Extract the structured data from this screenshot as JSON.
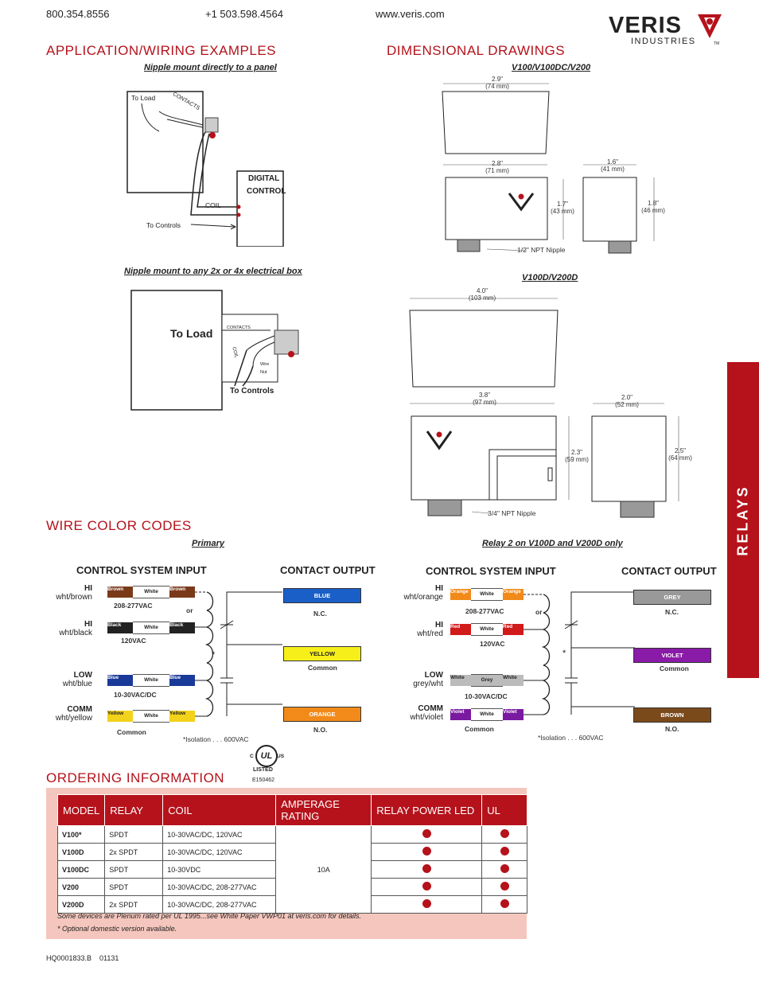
{
  "header": {
    "phone1": "800.354.8556",
    "phone2": "+1 503.598.4564",
    "web": "www.veris.com"
  },
  "logo": {
    "brand": "VERIS",
    "sub": "INDUSTRIES",
    "tm": "TM"
  },
  "sections": {
    "app": "APPLICATION/WIRING EXAMPLES",
    "dim": "DIMENSIONAL DRAWINGS",
    "wire": "WIRE COLOR CODES",
    "order": "ORDERING INFORMATION"
  },
  "app": {
    "sub1": "Nipple mount directly to a panel",
    "sub2": "Nipple mount to any 2x or 4x electrical box",
    "to_load": "To Load",
    "contacts": "CONTACTS",
    "digital": "DIGITAL",
    "control": "CONTROL",
    "coil": "COIL",
    "to_controls": "To Controls",
    "to_load2": "To Load",
    "contacts2": "CONTACTS",
    "coil2": "COIL",
    "wire": "Wire",
    "nut": "Nut",
    "to_controls2": "To Controls"
  },
  "dim": {
    "model1": "V100/V100DC/V200",
    "model2": "V100D/V200D",
    "d1a": "2.9\"",
    "d1b": "(74 mm)",
    "d2a": "2.8\"",
    "d2b": "(71 mm)",
    "d3a": "1.6\"",
    "d3b": "(41 mm)",
    "d4a": "1.7\"",
    "d4b": "(43 mm)",
    "d5a": "1.8\"",
    "d5b": "(46 mm)",
    "nipple1": "1/2\" NPT Nipple",
    "d6a": "4.0\"",
    "d6b": "(103 mm)",
    "d7a": "3.8\"",
    "d7b": "(97 mm)",
    "d8a": "2.0\"",
    "d8b": "(52 mm)",
    "d9a": "2.3\"",
    "d9b": "(59 mm)",
    "d10a": "2.5\"",
    "d10b": "(64 mm)",
    "nipple2": "3/4\" NPT Nipple"
  },
  "wire": {
    "primary": "Primary",
    "relay2": "Relay 2 on V100D and V200D only",
    "left": {
      "csi": "CONTROL SYSTEM INPUT",
      "co": "CONTACT OUTPUT",
      "hi1": "HI",
      "hi1b": "wht/brown",
      "hi2": "HI",
      "hi2b": "wht/black",
      "low": "LOW",
      "lowb": "wht/blue",
      "comm": "COMM",
      "commb": "wht/yellow",
      "w1a": "Brown",
      "w1m": "White",
      "w1b": "Brown",
      "w2a": "Black",
      "w2m": "White",
      "w2b": "Black",
      "w3a": "Blue",
      "w3m": "White",
      "w3b": "Blue",
      "w4a": "Yellow",
      "w4m": "White",
      "w4b": "Yellow",
      "v1": "208-277VAC",
      "or": "or",
      "v2": "120VAC",
      "v3": "10-30VAC/DC",
      "v4": "Common",
      "c1": "BLUE",
      "c1l": "N.C.",
      "c2": "YELLOW",
      "c2l": "Common",
      "c3": "ORANGE",
      "c3l": "N.O.",
      "iso": "*Isolation . . . 600VAC",
      "star": "*"
    },
    "right": {
      "csi": "CONTROL SYSTEM INPUT",
      "co": "CONTACT OUTPUT",
      "hi1": "HI",
      "hi1b": "wht/orange",
      "hi2": "HI",
      "hi2b": "wht/red",
      "low": "LOW",
      "lowb": "grey/wht",
      "comm": "COMM",
      "commb": "wht/violet",
      "w1a": "Orange",
      "w1m": "White",
      "w1b": "Orange",
      "w2a": "Red",
      "w2m": "White",
      "w2b": "Red",
      "w3a": "White",
      "w3m": "Grey",
      "w3b": "White",
      "w4a": "Violet",
      "w4m": "White",
      "w4b": "Violet",
      "v1": "208-277VAC",
      "or": "or",
      "v2": "120VAC",
      "v3": "10-30VAC/DC",
      "v4": "Common",
      "c1": "GREY",
      "c1l": "N.C.",
      "c2": "VIOLET",
      "c2l": "Common",
      "c3": "BROWN",
      "c3l": "N.O.",
      "iso": "*Isolation . . . 600VAC",
      "star": "*"
    }
  },
  "ul": {
    "c": "C",
    "us": "US",
    "mark": "UL",
    "listed": "LISTED",
    "num": "E150462"
  },
  "order": {
    "headers": [
      "MODEL",
      "RELAY",
      "COIL",
      "AMPERAGE RATING",
      "RELAY POWER LED",
      "UL"
    ],
    "rows": [
      {
        "model": "V100*",
        "relay": "SPDT",
        "coil": "10-30VAC/DC, 120VAC"
      },
      {
        "model": "V100D",
        "relay": "2x SPDT",
        "coil": "10-30VAC/DC, 120VAC"
      },
      {
        "model": "V100DC",
        "relay": "SPDT",
        "coil": "10-30VDC"
      },
      {
        "model": "V200",
        "relay": "SPDT",
        "coil": "10-30VAC/DC, 208-277VAC"
      },
      {
        "model": "V200D",
        "relay": "2x SPDT",
        "coil": "10-30VAC/DC, 208-277VAC"
      }
    ],
    "amp": "10A",
    "note1": "Some devices are Plenum rated per UL 1995...see White Paper VWP01 at veris.com for details.",
    "note2": "* Optional domestic version available."
  },
  "side_tab": "RELAYS",
  "footer": "HQ0001833.B    01131",
  "colors": {
    "accent": "#b5121b",
    "order_bg": "#f5c6bd"
  }
}
